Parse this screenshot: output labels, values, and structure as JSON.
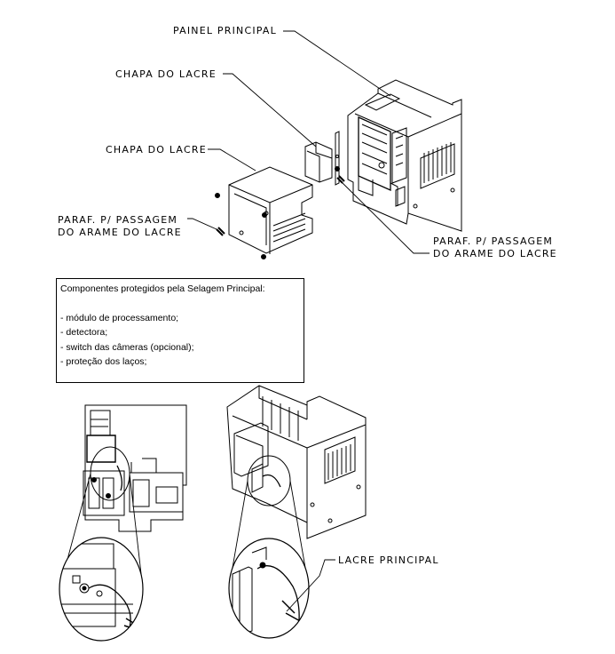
{
  "labels": {
    "painel_principal": "PAINEL PRINCIPAL",
    "chapa_do_lacre_top": "CHAPA DO LACRE",
    "chapa_do_lacre_left": "CHAPA DO LACRE",
    "paraf_left_line1": "PARAF. P/ PASSAGEM",
    "paraf_left_line2": "DO ARAME DO LACRE",
    "paraf_right_line1": "PARAF. P/ PASSAGEM",
    "paraf_right_line2": "DO ARAME DO LACRE",
    "lacre_principal": "LACRE PRINCIPAL"
  },
  "note": {
    "title": "Componentes protegidos pela Selagem Principal:",
    "items": [
      "- módulo de processamento;",
      "- detectora;",
      "- switch das câmeras (opcional);",
      "- proteção dos laços;"
    ]
  }
}
